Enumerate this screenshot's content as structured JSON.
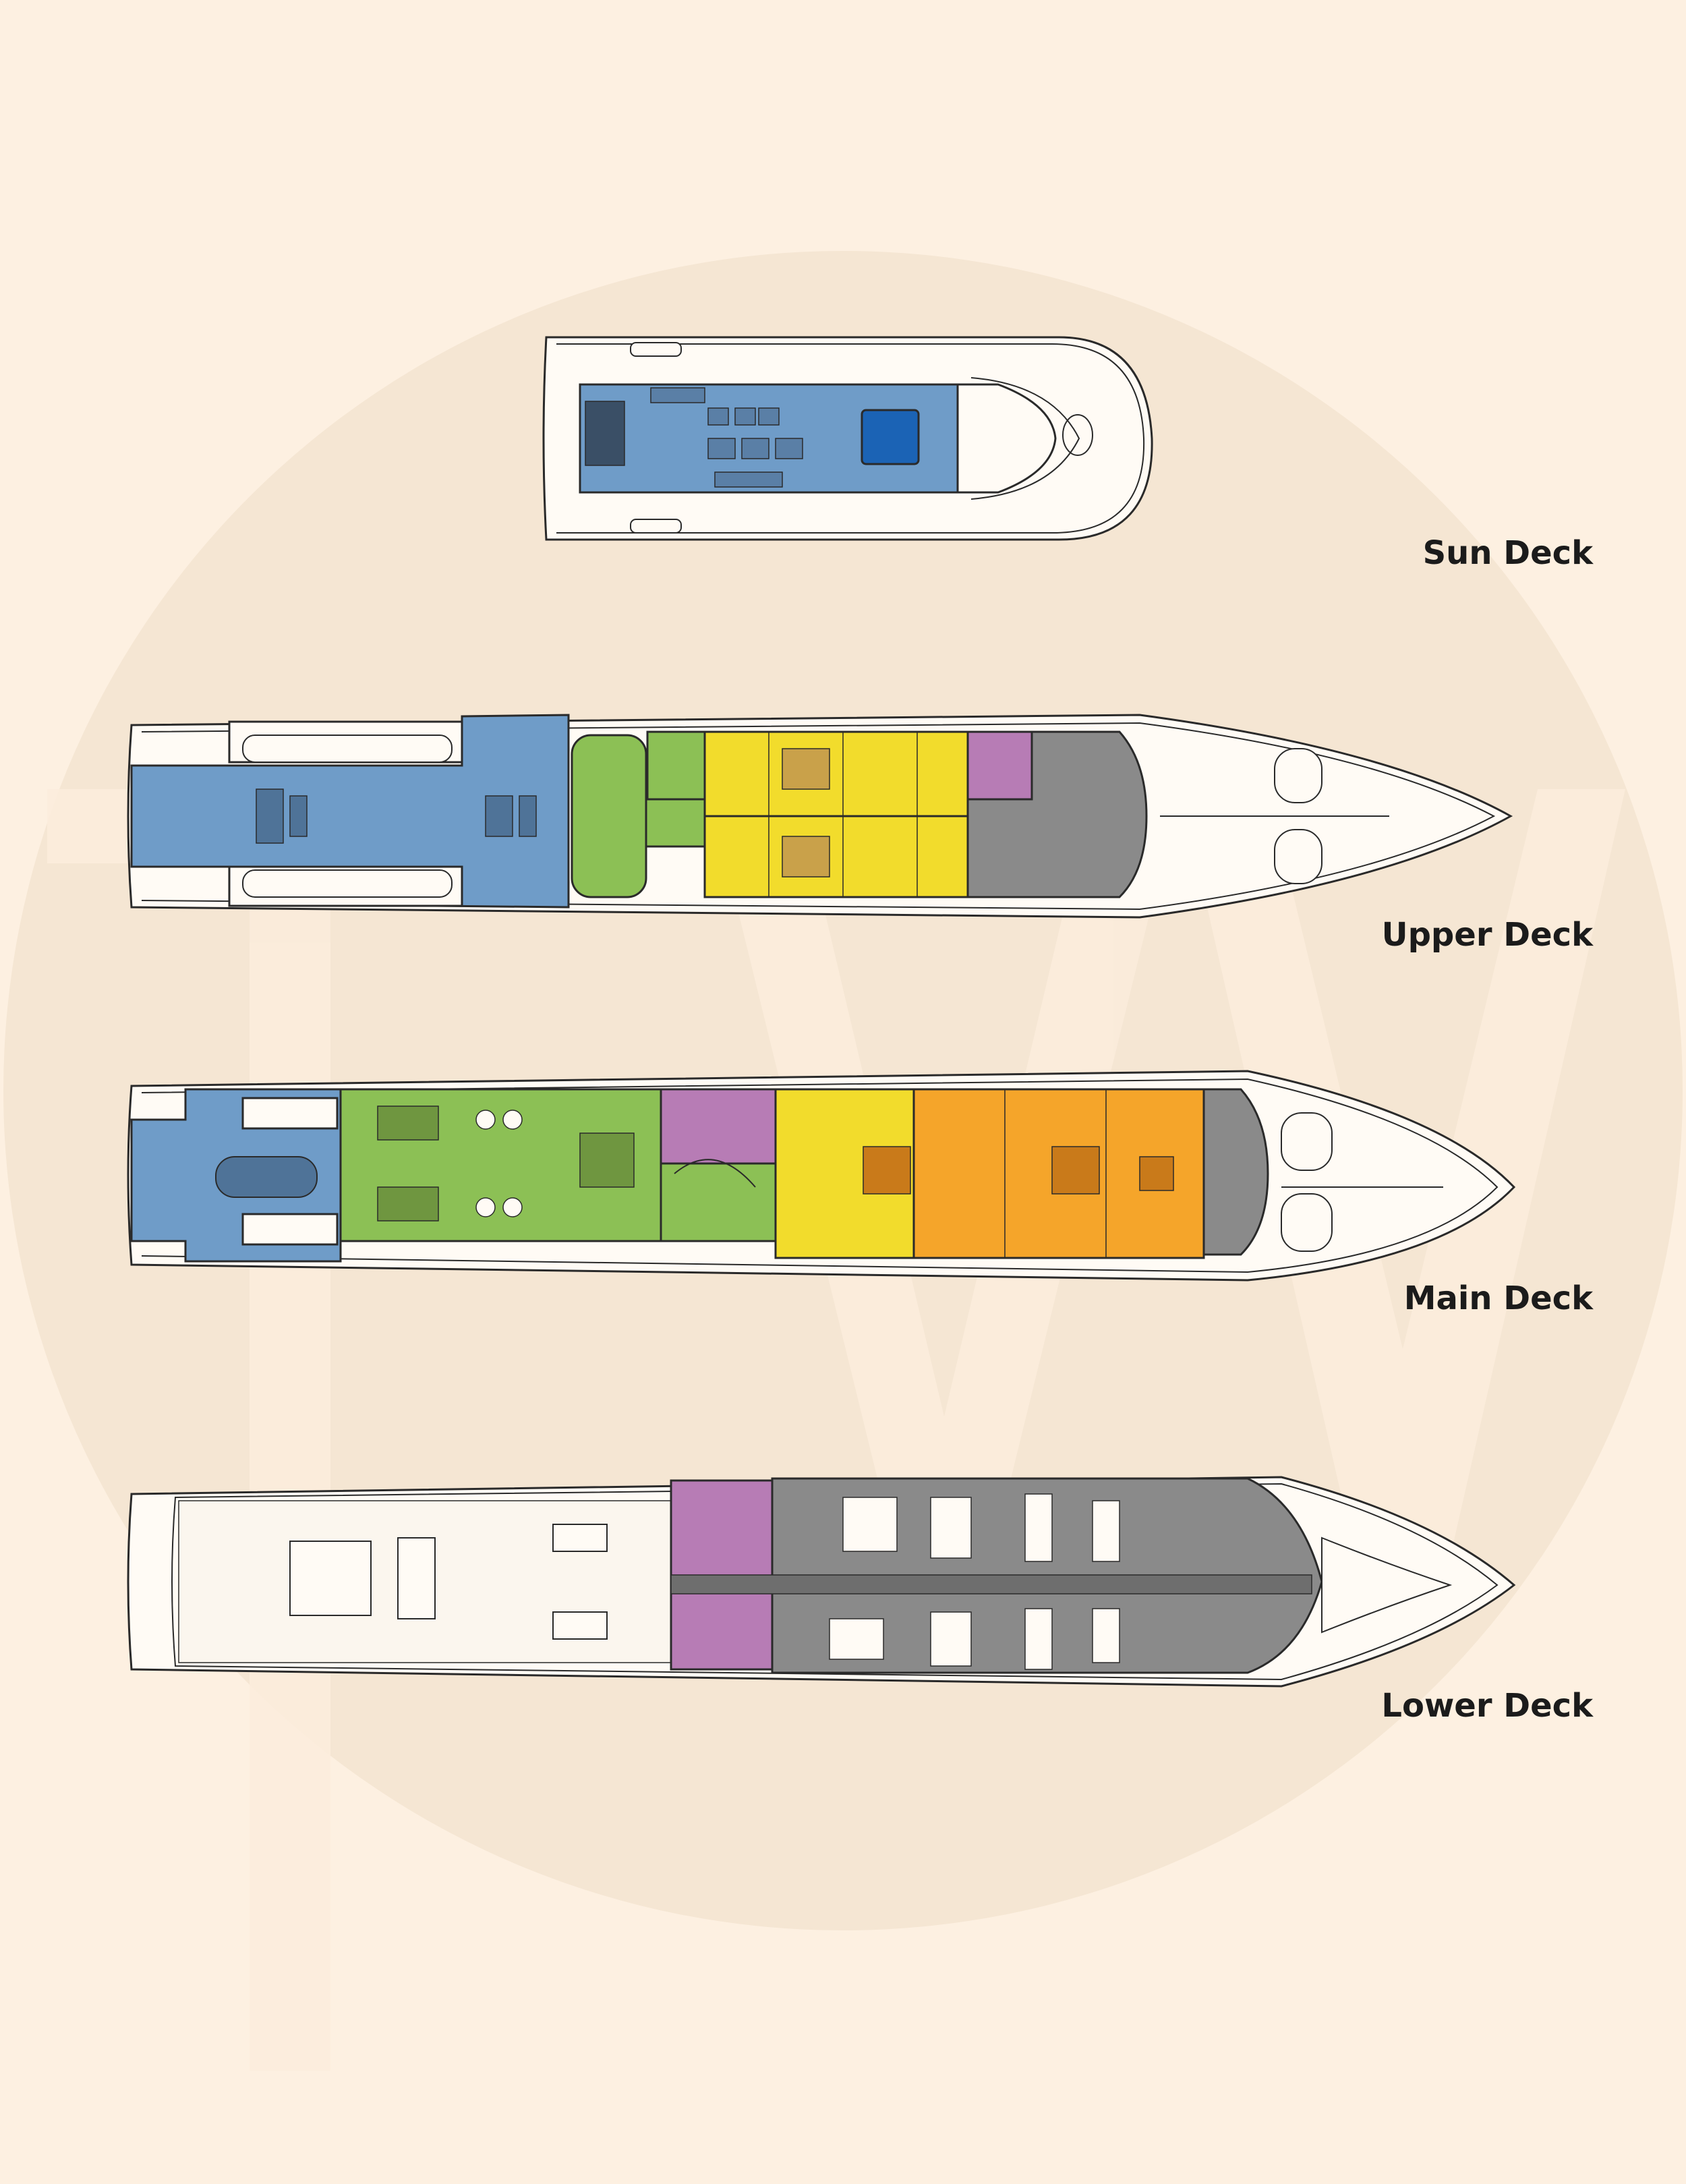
{
  "colors": {
    "background": "#fdf0e1",
    "watermark_circle": "#f5e6d3",
    "watermark_letters": "#fbecdc",
    "hull_fill": "#fffbf5",
    "hull_line": "#2a2a2a",
    "exterior_blue": "#6f9cc8",
    "pool_blue": "#1b63b5",
    "salon_green": "#8cc055",
    "vip_yellow": "#f2dc2c",
    "master_orange": "#f5a52a",
    "crew_grey": "#8a8a8a",
    "galley_purple": "#b77cb5",
    "engine_light": "#fbf6ee"
  },
  "decks": [
    {
      "id": "sun",
      "label": "Sun Deck"
    },
    {
      "id": "upper",
      "label": "Upper Deck"
    },
    {
      "id": "main",
      "label": "Main Deck"
    },
    {
      "id": "lower",
      "label": "Lower Deck"
    }
  ]
}
